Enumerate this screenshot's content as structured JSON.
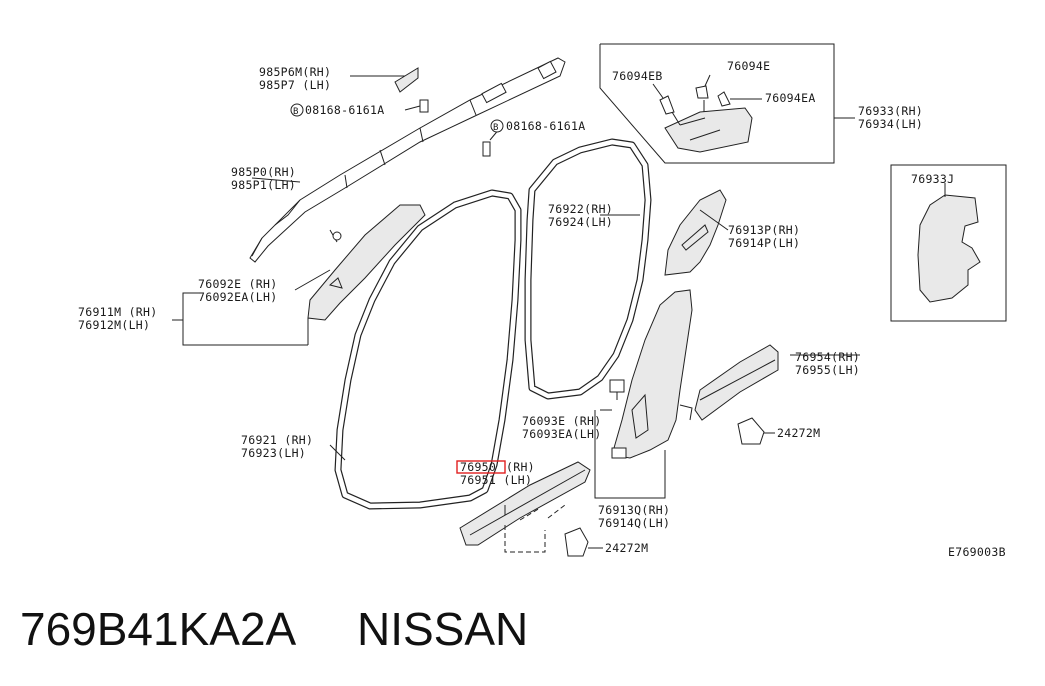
{
  "diagram": {
    "code": "E769003B",
    "footer": {
      "part_number": "769B41KA2A",
      "brand": "NISSAN"
    },
    "highlight_color": "#e02020",
    "labels": {
      "p985p6m": "985P6M(RH)",
      "p985p7": "985P7 (LH)",
      "bolt1": "08168-6161A",
      "bolt2": "08168-6161A",
      "p985p0": "985P0(RH)",
      "p985p1": "985P1(LH)",
      "p76092e": "76092E (RH)",
      "p76092ea": "76092EA(LH)",
      "p76911m": "76911M (RH)",
      "p76912m": "76912M(LH)",
      "p76921": "76921 (RH)",
      "p76923": "76923(LH)",
      "p76950_code": "76950",
      "p76950_side": "(RH)",
      "p76951": "76951 (LH)",
      "p76922": "76922(RH)",
      "p76924": "76924(LH)",
      "p76094eb": "76094EB",
      "p76094e": "76094E",
      "p76094ea": "76094EA",
      "p76933": "76933(RH)",
      "p76934": "76934(LH)",
      "p76933j": "76933J",
      "p76913p": "76913P(RH)",
      "p76914p": "76914P(LH)",
      "p76954": "76954(RH)",
      "p76955": "76955(LH)",
      "p76093e": "76093E (RH)",
      "p76093ea": "76093EA(LH)",
      "p24272m_a": "24272M",
      "p24272m_b": "24272M",
      "p76913q": "76913Q(RH)",
      "p76914q": "76914Q(LH)",
      "bolt_symbol": "B"
    }
  }
}
